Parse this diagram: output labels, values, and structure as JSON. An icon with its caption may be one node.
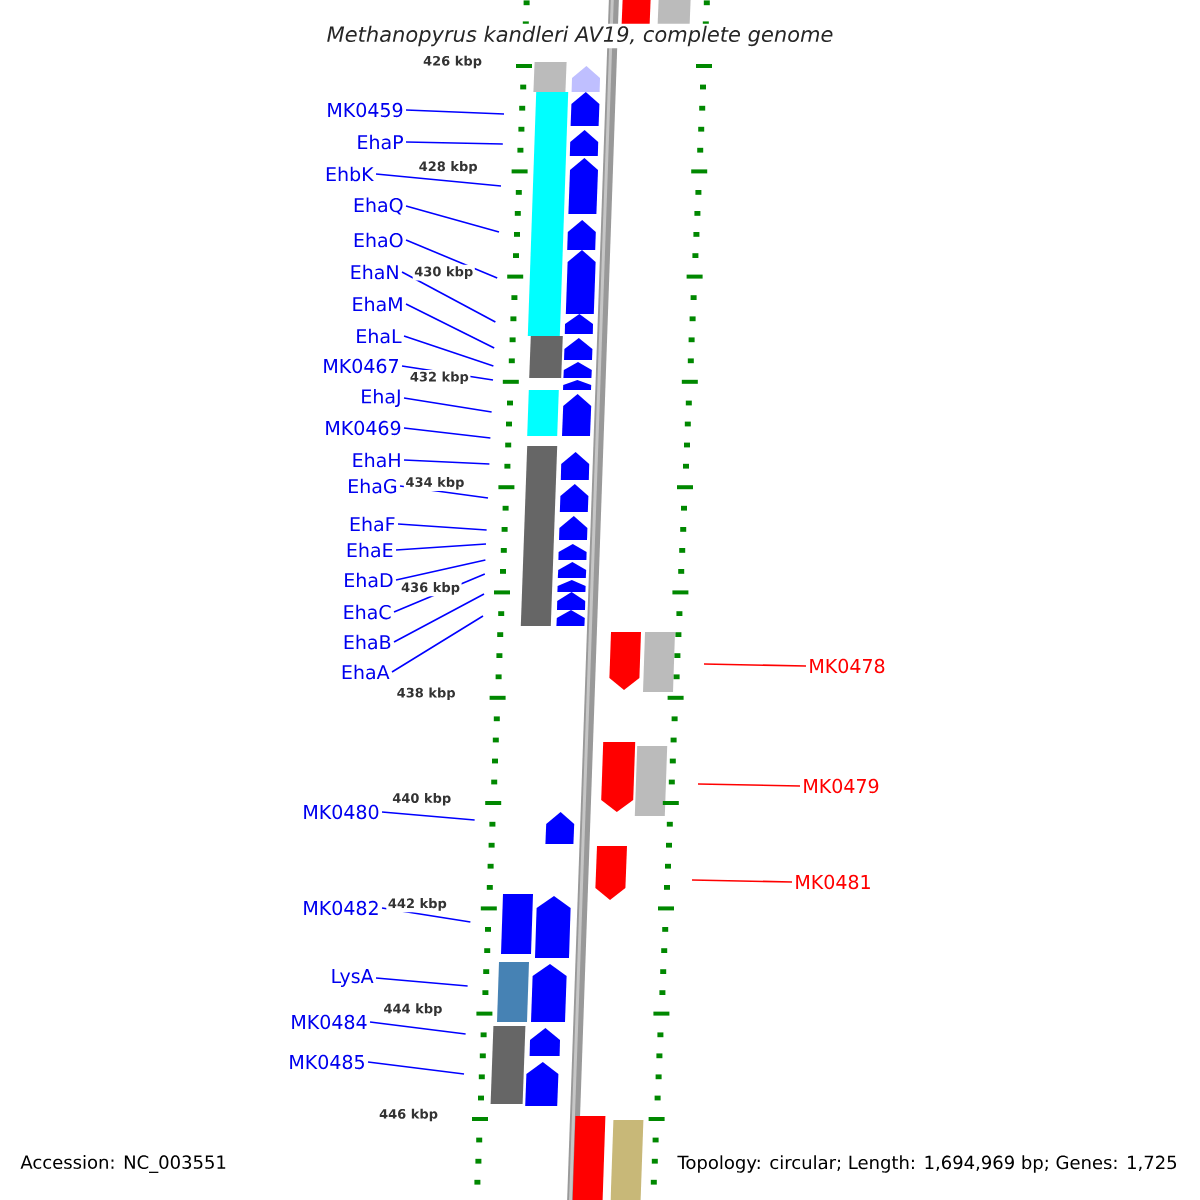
{
  "diagram": {
    "title": "Methanopyrus kandleri AV19, complete genome",
    "nodes": [
      {
        "text": [
          "MK0459"
        ]
      },
      {
        "text": [
          "EhaP"
        ]
      },
      {
        "text": [
          "EhbK"
        ]
      },
      {
        "text": [
          "EhaQ"
        ]
      },
      {
        "text": [
          "EhaO"
        ]
      },
      {
        "text": [
          "EhaN"
        ]
      },
      {
        "text": [
          "EhaM"
        ]
      },
      {
        "text": [
          "EhaL"
        ]
      },
      {
        "text": [
          "MK0467"
        ]
      },
      {
        "text": [
          "EhaJ"
        ]
      },
      {
        "text": [
          "MK0469"
        ]
      },
      {
        "text": [
          "EhaH"
        ]
      },
      {
        "text": [
          "EhaG"
        ]
      },
      {
        "text": [
          "EhaF"
        ]
      },
      {
        "text": [
          "EhaE"
        ]
      },
      {
        "text": [
          "EhaD"
        ]
      },
      {
        "text": [
          "EhaC"
        ]
      },
      {
        "text": [
          "EhaB"
        ]
      },
      {
        "text": [
          "EhaA"
        ]
      },
      {
        "text": [
          "MK0478"
        ]
      },
      {
        "text": [
          "MK0479"
        ]
      },
      {
        "text": [
          "MK0480"
        ]
      },
      {
        "text": [
          "MK0481"
        ]
      },
      {
        "text": [
          "MK0482"
        ]
      },
      {
        "text": [
          "LysA"
        ]
      },
      {
        "text": [
          "MK0484"
        ]
      },
      {
        "text": [
          "MK0485"
        ]
      }
    ],
    "edges": [
      {
        "from": 0,
        "to": null,
        "arrow": "none"
      },
      {
        "from": 1,
        "to": null,
        "arrow": "none"
      },
      {
        "from": 2,
        "to": null,
        "arrow": "none"
      },
      {
        "from": 3,
        "to": null,
        "arrow": "none"
      },
      {
        "from": 4,
        "to": null,
        "arrow": "none"
      },
      {
        "from": 5,
        "to": null,
        "arrow": "none"
      },
      {
        "from": 6,
        "to": null,
        "arrow": "none"
      },
      {
        "from": 7,
        "to": null,
        "arrow": "none"
      },
      {
        "from": 8,
        "to": null,
        "arrow": "none"
      },
      {
        "from": 9,
        "to": null,
        "arrow": "none"
      },
      {
        "from": 10,
        "to": null,
        "arrow": "none"
      },
      {
        "from": 11,
        "to": null,
        "arrow": "none"
      },
      {
        "from": 12,
        "to": null,
        "arrow": "none"
      },
      {
        "from": 13,
        "to": null,
        "arrow": "none"
      },
      {
        "from": 14,
        "to": null,
        "arrow": "none"
      },
      {
        "from": 15,
        "to": null,
        "arrow": "none"
      },
      {
        "from": 16,
        "to": null,
        "arrow": "none"
      },
      {
        "from": 17,
        "to": null,
        "arrow": "none"
      },
      {
        "from": 18,
        "to": null,
        "arrow": "none"
      },
      {
        "from": 19,
        "to": null,
        "arrow": "none",
        "color": "#ff0000"
      },
      {
        "from": 20,
        "to": null,
        "arrow": "none",
        "color": "#ff0000"
      },
      {
        "from": 21,
        "to": null,
        "arrow": "none"
      },
      {
        "from": 22,
        "to": null,
        "arrow": "none",
        "color": "#ff0000"
      },
      {
        "from": 23,
        "to": null,
        "arrow": "none"
      },
      {
        "from": 24,
        "to": null,
        "arrow": "none"
      },
      {
        "from": 25,
        "to": null,
        "arrow": "none"
      },
      {
        "from": 26,
        "to": null,
        "arrow": "none"
      }
    ],
    "labels": [
      "426 kbp",
      "428 kbp",
      "430 kbp",
      "432 kbp",
      "434 kbp",
      "436 kbp",
      "438 kbp",
      "440 kbp",
      "442 kbp",
      "444 kbp",
      "446 kbp",
      "Accession: NC_003551",
      "Topology: circular; Length: 1,694,969 bp; Genes: 1,725"
    ]
  }
}
